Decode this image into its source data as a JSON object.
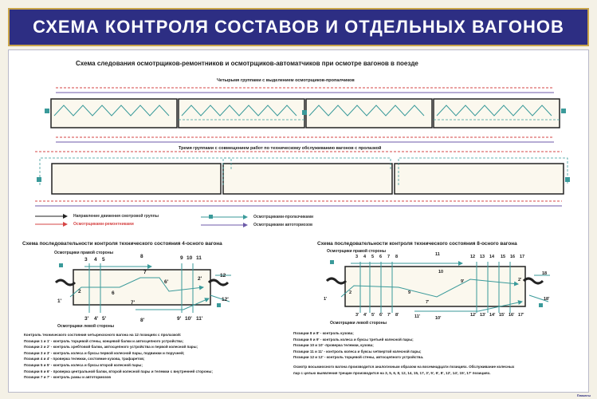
{
  "title": "СХЕМА КОНТРОЛЯ СОСТАВОВ И ОТДЕЛЬНЫХ ВАГОНОВ",
  "top_section": {
    "title": "Схема следования осмотрщиков-ремонтников и осмотрщиков-автоматчиков при осмотре вагонов в поезде",
    "subtitle_1": "Четырьмя группами с выделением осмотрщиков-пропалчиков",
    "subtitle_2": "Тремя группами с совмещением работ по техническому обслуживанию вагонов с пролазкой"
  },
  "legend": {
    "items": [
      {
        "text": "Направление движения смотровой группы",
        "color": "#222222"
      },
      {
        "text": "Осмотрщиками-ремонтниками",
        "color": "#d64545"
      },
      {
        "text": "Осмотрщиками-пролазчиками",
        "color": "#3a9a9a"
      },
      {
        "text": "Осмотрщиками автотормозов",
        "color": "#6c5aa8"
      }
    ]
  },
  "four_axle": {
    "title": "Схема последовательности контроля технического состояния 4-осного вагона",
    "right_side": "Осмотрщики правой стороны",
    "left_side": "Осмотрщики левой стороны",
    "top_numbers": [
      "3",
      "4",
      "5",
      "8",
      "9",
      "10",
      "11"
    ],
    "inner_numbers": [
      "7",
      "6",
      "6'",
      "2'",
      "2",
      "12",
      "12'",
      "1'",
      "7'"
    ],
    "bottom_numbers": [
      "3'",
      "4'",
      "5'",
      "8'",
      "9'",
      "10'",
      "11'"
    ],
    "notes": [
      "Контроль технического состояния четырехосного вагона на 12 позициях с пролазкой:",
      "Позиции 1 и 1' - контроль торцевой стены, концевой балки и автосцепного устройства;",
      "Позиции 2 и 2' - контроль хребтовой балки, автосцепного устройства и первой колесной пары;",
      "Позиции 3 и 3' - контроль колеса и буксы первой колесной пары, подвижки и поручней;",
      "Позиция 4 и 4' - проверка тележки, состояние кузова, трафаретов;",
      "Позиции 5 и 5' - контроль колеса и буксы второй колесной пары;",
      "Позиции 6 и 6' - проверка центральной балки, второй колесной пары и тележки с внутренней стороны;",
      "Позиции 7 и 7' - контроль рамы и автотормозов"
    ]
  },
  "eight_axle": {
    "title": "Схема последовательности контроля технического состояния 8-осного вагона",
    "right_side": "Осмотрщики правой стороны",
    "left_side": "Осмотрщики левой стороны",
    "top_numbers": [
      "3",
      "4",
      "5",
      "6",
      "7",
      "8",
      "11",
      "12",
      "13",
      "14",
      "15",
      "16",
      "17"
    ],
    "inner_numbers": [
      "10",
      "9",
      "9'",
      "2'",
      "2",
      "18",
      "18'",
      "1'",
      "7'",
      "10'"
    ],
    "bottom_numbers": [
      "3'",
      "4'",
      "5'",
      "6'",
      "7'",
      "8'",
      "11'",
      "12'",
      "13'",
      "14'",
      "15'",
      "16'",
      "17'"
    ],
    "notes": [
      "Позиции 8 и 8' - контроль кузова;",
      "Позиции 9 и 9' - контроль колеса и буксы третьей колесной пары;",
      "Позиции 10 и 10' -проверка тележки, кузова;",
      "Позиции 11 и 11' - контроль колеса и буксы четвертой колесной пары;",
      "Позиции 12 и 12' - контроль торцевой стены, автосцепного устройства.",
      "",
      "Осмотр восьмиосного вагона производится аналогичным образом на восемнадцати позициях. Обслуживание колесных",
      "пар с целью выявления трещин производится на 3, 5, 6, 8, 12, 14, 15, 17, 3', 5', 6', 8', 12', 14', 15', 17' позициях."
    ]
  },
  "colors": {
    "title_bg": "#2d2e83",
    "border": "#c9a54a",
    "red": "#d64545",
    "teal": "#3a9a9a",
    "purple": "#6c5aa8"
  },
  "logo": "Плакаты"
}
